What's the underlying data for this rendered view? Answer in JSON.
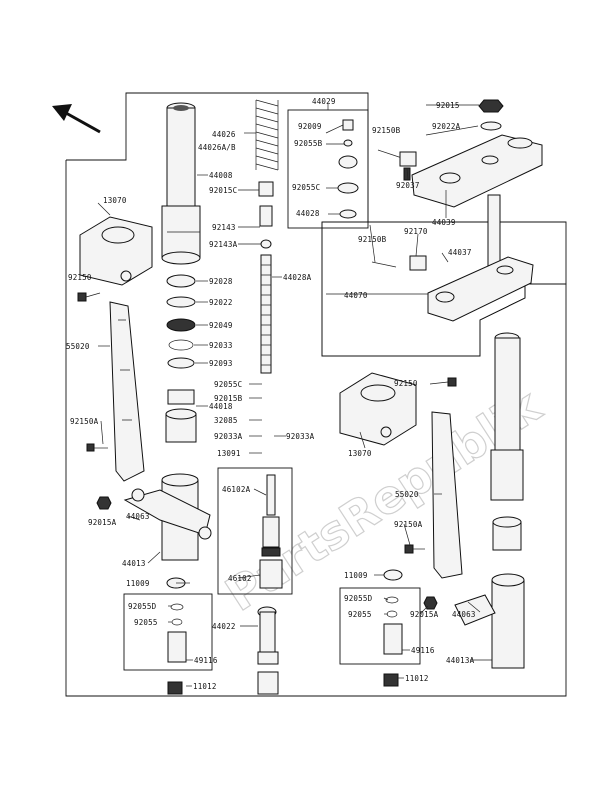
{
  "watermark": "PartsRepublik",
  "labels": {
    "l44029": "44029",
    "l44026": "44026",
    "l44026ab": "44026A/B",
    "l92009": "92009",
    "l92055b": "92055B",
    "l92055c": "92055C",
    "l44028": "44028",
    "l92015": "92015",
    "l92022a": "92022A",
    "l92150b_top": "92150B",
    "l92037": "92037",
    "l44039": "44039",
    "l44008": "44008",
    "l92015c": "92015C",
    "l13070_l": "13070",
    "l92143": "92143",
    "l92143a": "92143A",
    "l92150b_mid": "92150B",
    "l92170": "92170",
    "l44037": "44037",
    "l44028a": "44028A",
    "l92150_l": "92150",
    "l92028": "92028",
    "l92022": "92022",
    "l44070": "44070",
    "l55020_l": "55020",
    "l92049": "92049",
    "l92033": "92033",
    "l92093": "92093",
    "l92055c_b": "92055C",
    "l92150_r": "92150",
    "l92015b": "92015B",
    "l44018": "44018",
    "l92150a_l": "92150A",
    "l32085": "32085",
    "l92033a_l": "92033A",
    "l92033a_r": "92033A",
    "l13070_r": "13070",
    "l13091": "13091",
    "l46102a": "46102A",
    "l55020_r": "55020",
    "l92015a_l": "92015A",
    "l44063_l": "44063",
    "l92150a_r": "92150A",
    "l44013": "44013",
    "l46102": "46102",
    "l11009_l": "11009",
    "l11009_r": "11009",
    "l92055d_l": "92055D",
    "l92055_l": "92055",
    "l44022": "44022",
    "l92055d_r": "92055D",
    "l92055_r": "92055",
    "l92015a_r": "92015A",
    "l44063_r": "44063",
    "l49116_l": "49116",
    "l49116_r": "49116",
    "l44013a": "44013A",
    "l11012_l": "11012",
    "l11012_r": "11012"
  }
}
